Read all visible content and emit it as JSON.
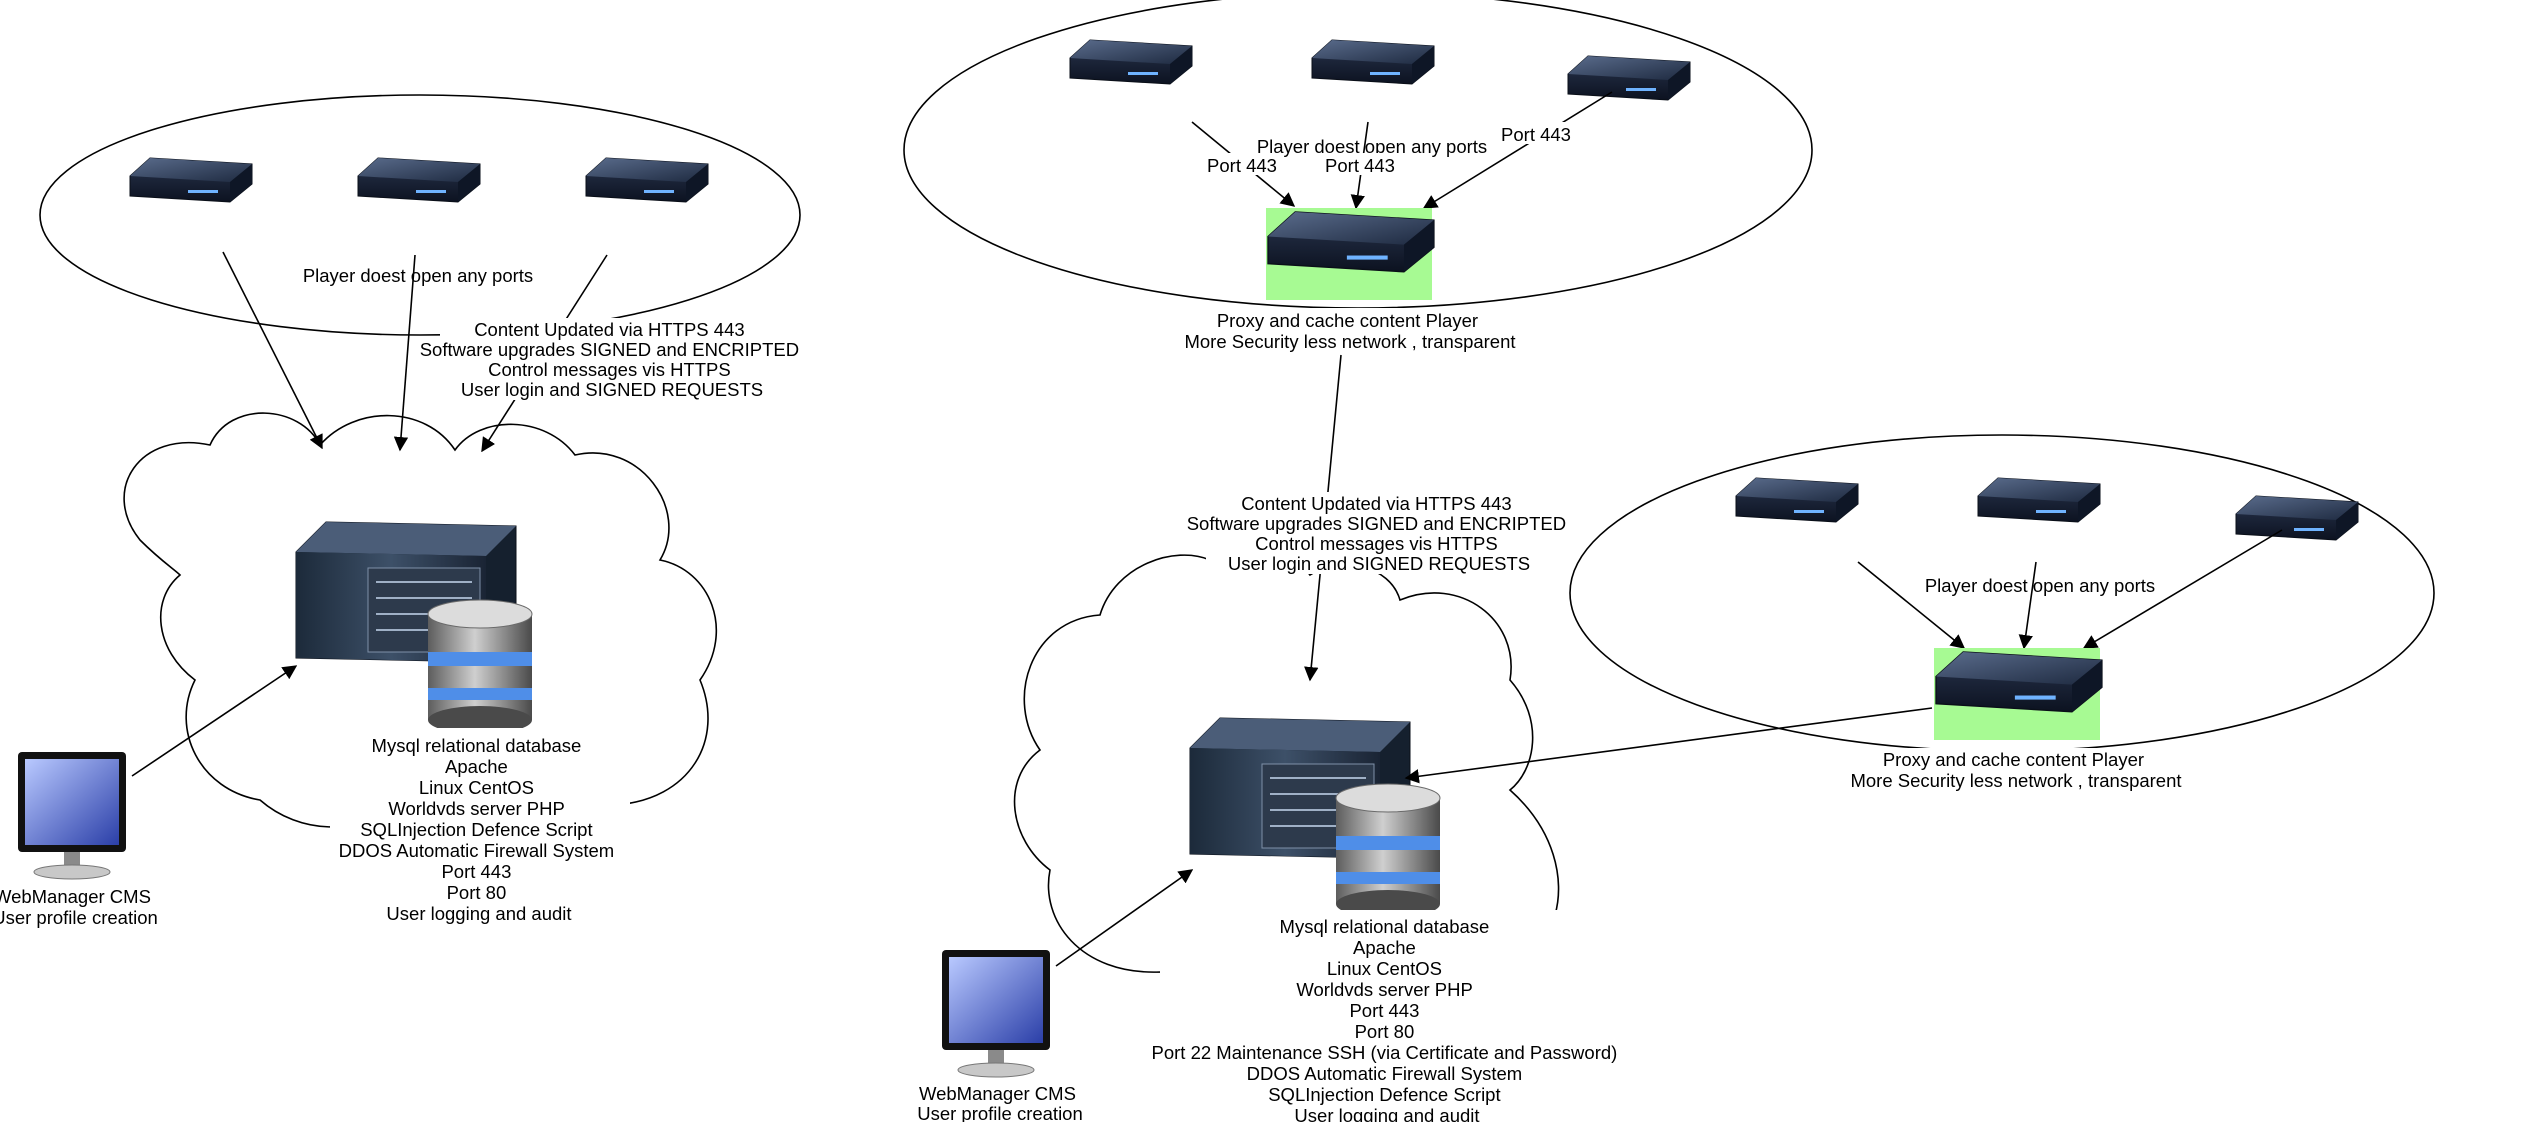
{
  "left": {
    "players_label": "Player doest open any ports",
    "link_label": [
      "Content Updated via HTTPS 443",
      "Software upgrades SIGNED and ENCRIPTED",
      "Control messages vis HTTPS",
      "User login and SIGNED REQUESTS"
    ],
    "server_label": [
      "Mysql relational database",
      "Apache",
      "Linux CentOS",
      "Worldvds server PHP",
      "SQLInjection Defence Script",
      "DDOS Automatic Firewall System",
      "Port 443",
      "Port 80",
      "User logging and audit"
    ],
    "cms_label": [
      "WebManager CMS",
      "User profile creation"
    ]
  },
  "top_right": {
    "players_label": "Player doest open any ports",
    "ports": [
      "Port 443",
      "Port 443",
      "Port 443"
    ],
    "proxy_label": [
      "Proxy and cache content Player",
      "More Security less network , transparent"
    ]
  },
  "middle": {
    "link_label": [
      "Content Updated via HTTPS 443",
      "Software upgrades SIGNED and ENCRIPTED",
      "Control messages vis HTTPS",
      "User login and SIGNED REQUESTS"
    ],
    "server_label": [
      "Mysql relational database",
      "Apache",
      "Linux CentOS",
      "Worldvds server PHP",
      "Port 443",
      "Port 80",
      "Port 22 Maintenance SSH (via Certificate and Password)",
      "DDOS Automatic Firewall System",
      "SQLInjection Defence Script",
      "User logging and audit"
    ],
    "cms_label": [
      "WebManager CMS",
      "User profile creation"
    ]
  },
  "right": {
    "players_label": "Player doest open any ports",
    "proxy_label": [
      "Proxy and cache content Player",
      "More Security less network , transparent"
    ]
  },
  "colors": {
    "proxy_highlight": "#a7fa93",
    "device_body": "#1b2538",
    "device_top": "#3a4a66"
  },
  "icons": [
    "player-device-icon",
    "proxy-device-icon",
    "server-rack-icon",
    "database-icon",
    "monitor-icon",
    "cloud-shape"
  ]
}
